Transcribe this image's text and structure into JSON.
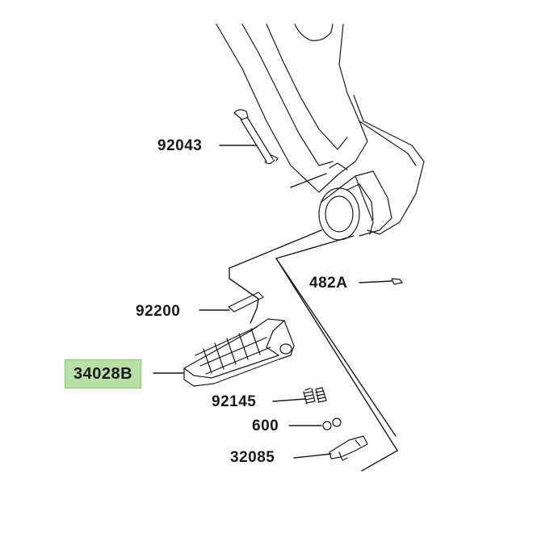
{
  "parts": [
    {
      "id": "label_92043",
      "number": "92043",
      "highlighted": false
    },
    {
      "id": "label_482A",
      "number": "482A",
      "highlighted": false
    },
    {
      "id": "label_92200",
      "number": "92200",
      "highlighted": false
    },
    {
      "id": "label_34028B",
      "number": "34028B",
      "highlighted": true
    },
    {
      "id": "label_92145",
      "number": "92145",
      "highlighted": false
    },
    {
      "id": "label_600",
      "number": "600",
      "highlighted": false
    },
    {
      "id": "label_32085",
      "number": "32085",
      "highlighted": false
    }
  ],
  "colors": {
    "line": "#1a1a1a",
    "highlight_bg": "#b7dfa6",
    "background": "#ffffff"
  }
}
